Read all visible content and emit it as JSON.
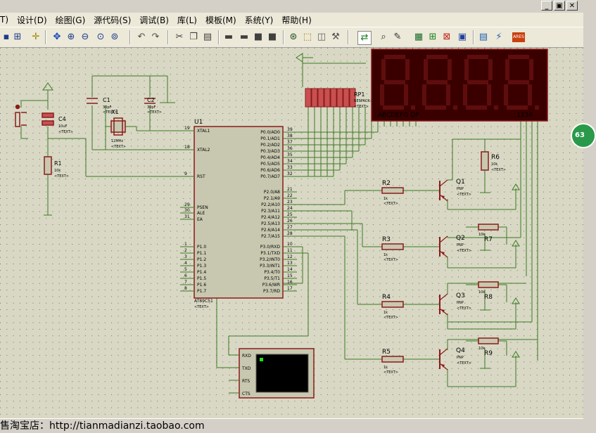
{
  "menu": [
    "T)",
    "设计(D)",
    "绘图(G)",
    "源代码(S)",
    "调试(B)",
    "库(L)",
    "模板(M)",
    "系统(Y)",
    "帮助(H)"
  ],
  "window_buttons": [
    "_",
    "▣",
    "✕"
  ],
  "toolbar_icons": [
    "pin-icon",
    "grid-icon",
    "origin-icon",
    "pan-icon",
    "zoom-in-icon",
    "zoom-out-icon",
    "zoom-all-icon",
    "zoom-area-icon",
    "undo-icon",
    "redo-icon",
    "cut-icon",
    "copy-icon",
    "paste-icon",
    "block-copy-icon",
    "block-move-icon",
    "block-rotate-icon",
    "block-delete-icon",
    "pick-icon",
    "make-device-icon",
    "package-icon",
    "decompose-icon",
    "wire-autorouter-icon",
    "search-icon",
    "property-tool-icon",
    "netlist-icon",
    "new-sheet-icon",
    "remove-sheet-icon",
    "zoom-child-icon",
    "bom-icon",
    "ares-icon"
  ],
  "status": "售淘宝店：http://tianmadianzi.taobao.com",
  "side_badge": "63",
  "schematic": {
    "mcu": {
      "ref": "U1",
      "part": "AT89C51",
      "text": "<TEXT>",
      "left_pins": [
        {
          "num": "19",
          "name": "XTAL1"
        },
        {
          "num": "18",
          "name": "XTAL2"
        },
        {
          "num": "9",
          "name": "RST"
        },
        {
          "num": "29",
          "name": "PSEN"
        },
        {
          "num": "30",
          "name": "ALE"
        },
        {
          "num": "31",
          "name": "EA"
        },
        {
          "num": "1",
          "name": "P1.0"
        },
        {
          "num": "2",
          "name": "P1.1"
        },
        {
          "num": "3",
          "name": "P1.2"
        },
        {
          "num": "4",
          "name": "P1.3"
        },
        {
          "num": "5",
          "name": "P1.4"
        },
        {
          "num": "6",
          "name": "P1.5"
        },
        {
          "num": "7",
          "name": "P1.6"
        },
        {
          "num": "8",
          "name": "P1.7"
        }
      ],
      "right_pins_p0": [
        {
          "num": "39",
          "name": "P0.0/AD0"
        },
        {
          "num": "38",
          "name": "P0.1/AD1"
        },
        {
          "num": "37",
          "name": "P0.2/AD2"
        },
        {
          "num": "36",
          "name": "P0.3/AD3"
        },
        {
          "num": "35",
          "name": "P0.4/AD4"
        },
        {
          "num": "34",
          "name": "P0.5/AD5"
        },
        {
          "num": "33",
          "name": "P0.6/AD6"
        },
        {
          "num": "32",
          "name": "P0.7/AD7"
        }
      ],
      "right_pins_p2": [
        {
          "num": "21",
          "name": "P2.0/A8"
        },
        {
          "num": "22",
          "name": "P2.1/A9"
        },
        {
          "num": "23",
          "name": "P2.2/A10"
        },
        {
          "num": "24",
          "name": "P2.3/A11"
        },
        {
          "num": "25",
          "name": "P2.4/A12"
        },
        {
          "num": "26",
          "name": "P2.5/A13"
        },
        {
          "num": "27",
          "name": "P2.6/A14"
        },
        {
          "num": "28",
          "name": "P2.7/A15"
        }
      ],
      "right_pins_p3": [
        {
          "num": "10",
          "name": "P3.0/RXD"
        },
        {
          "num": "11",
          "name": "P3.1/TXD"
        },
        {
          "num": "12",
          "name": "P3.2/INT0"
        },
        {
          "num": "13",
          "name": "P3.3/INT1"
        },
        {
          "num": "14",
          "name": "P3.4/T0"
        },
        {
          "num": "15",
          "name": "P3.5/T1"
        },
        {
          "num": "16",
          "name": "P3.6/WR"
        },
        {
          "num": "17",
          "name": "P3.7/RD"
        }
      ]
    },
    "c1": {
      "ref": "C1",
      "value": "30pF",
      "text": "<TEXT>"
    },
    "c2": {
      "ref": "C2",
      "value": "30pF",
      "text": "<TEXT>"
    },
    "c4": {
      "ref": "C4",
      "value": "10uF",
      "text": "<TEXT>"
    },
    "x1": {
      "ref": "X1",
      "value": "12MHz",
      "text": "<TEXT>"
    },
    "r1": {
      "ref": "R1",
      "value": "10k",
      "text": "<TEXT>"
    },
    "rp1": {
      "ref": "RP1",
      "value": "RESPACK-8",
      "text": "<TEXT>"
    },
    "display": {
      "segments_label": "ABCDEFG DP",
      "digits_label": "1234"
    },
    "r6": {
      "ref": "R6",
      "value": "10k",
      "text": "<TEXT>"
    },
    "base_resistors": [
      {
        "ref": "R2",
        "value": "1k",
        "text": "<TEXT>"
      },
      {
        "ref": "R3",
        "value": "1k",
        "text": "<TEXT>"
      },
      {
        "ref": "R4",
        "value": "1k",
        "text": "<TEXT>"
      },
      {
        "ref": "R5",
        "value": "1k",
        "text": "<TEXT>"
      }
    ],
    "transistors": [
      {
        "ref": "Q1",
        "type": "PNP",
        "text": "<TEXT>"
      },
      {
        "ref": "Q2",
        "type": "PNP",
        "text": "<TEXT>"
      },
      {
        "ref": "Q3",
        "type": "PNP",
        "text": "<TEXT>"
      },
      {
        "ref": "Q4",
        "type": "PNP",
        "text": "<TEXT>"
      }
    ],
    "pullups": [
      {
        "ref": "R7",
        "value": "10k",
        "text": "<TEXT>"
      },
      {
        "ref": "R8",
        "value": "10k",
        "text": "<TEXT>"
      },
      {
        "ref": "R9",
        "value": "10k",
        "text": "<TEXT>"
      }
    ],
    "terminal": {
      "pins": [
        "RXD",
        "TXD",
        "RTS",
        "CTS"
      ]
    }
  },
  "colors": {
    "wire": "#2f7a1a",
    "component": "#a01010",
    "body": "#c8c8b0",
    "canvas": "#d8d8c0",
    "grid_dot": "#606060",
    "display_bg": "#3a0000",
    "display_seg": "#5a0c0c"
  }
}
